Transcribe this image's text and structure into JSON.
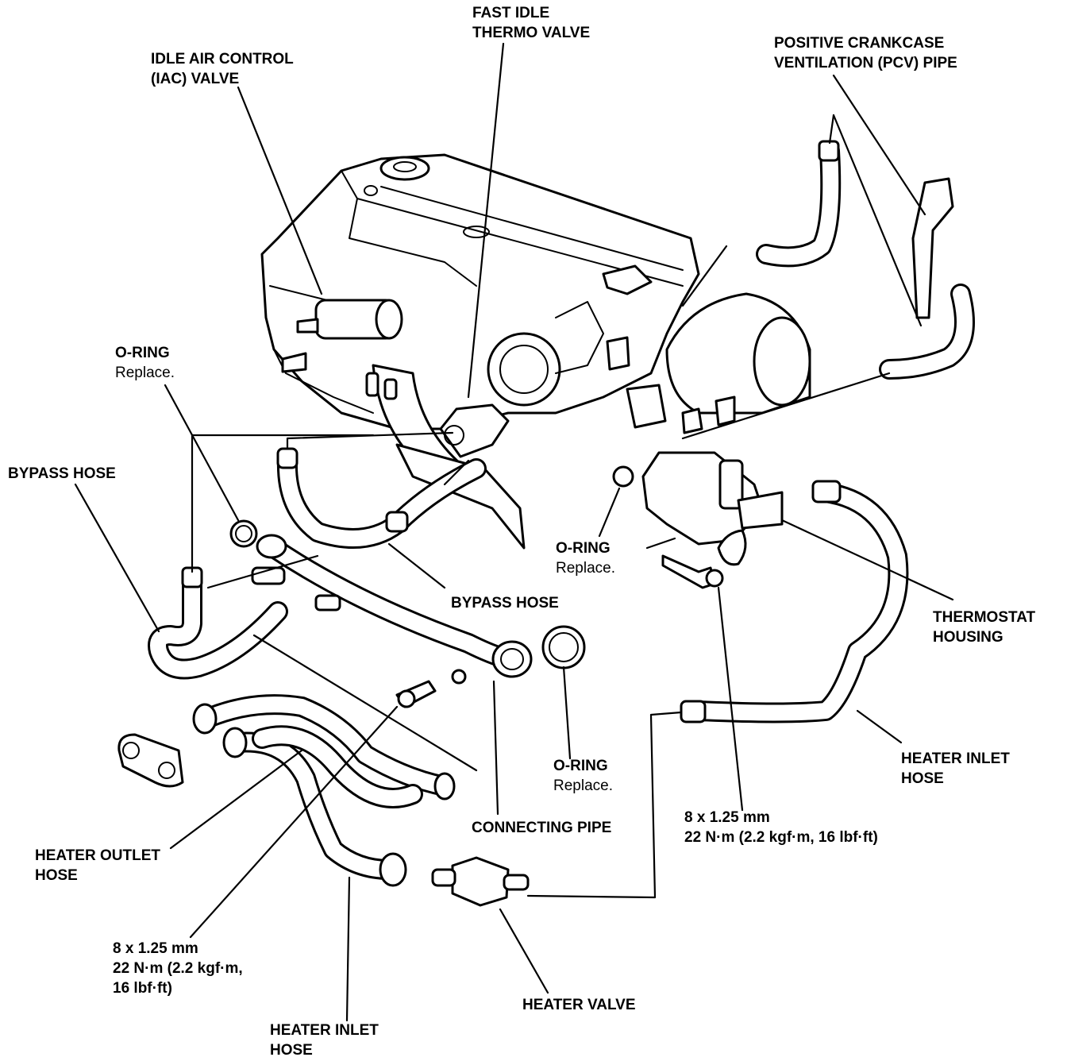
{
  "labels": {
    "iac_valve": [
      "IDLE AIR CONTROL",
      "(IAC) VALVE"
    ],
    "fast_idle": [
      "FAST IDLE",
      "THERMO VALVE"
    ],
    "pcv_pipe": [
      "POSITIVE CRANKCASE",
      "VENTILATION (PCV) PIPE"
    ],
    "o_ring_left": {
      "title": "O-RING",
      "note": "Replace."
    },
    "bypass_hose_left": "BYPASS HOSE",
    "bypass_hose_center": "BYPASS HOSE",
    "o_ring_center": {
      "title": "O-RING",
      "note": "Replace."
    },
    "thermostat_housing": [
      "THERMOSTAT",
      "HOUSING"
    ],
    "o_ring_lower": {
      "title": "O-RING",
      "note": "Replace."
    },
    "connecting_pipe": "CONNECTING PIPE",
    "heater_inlet_hose_right": [
      "HEATER INLET",
      "HOSE"
    ],
    "bolt_spec_right": {
      "size": "8 x 1.25 mm",
      "torque": "22 N·m (2.2 kgf·m, 16 lbf·ft)"
    },
    "heater_outlet_hose": [
      "HEATER OUTLET",
      "HOSE"
    ],
    "bolt_spec_left": {
      "size": "8 x 1.25 mm",
      "torque_line1": "22 N·m (2.2 kgf·m,",
      "torque_line2": "16 lbf·ft)"
    },
    "heater_inlet_hose_bottom": [
      "HEATER INLET",
      "HOSE"
    ],
    "heater_valve": "HEATER VALVE"
  }
}
